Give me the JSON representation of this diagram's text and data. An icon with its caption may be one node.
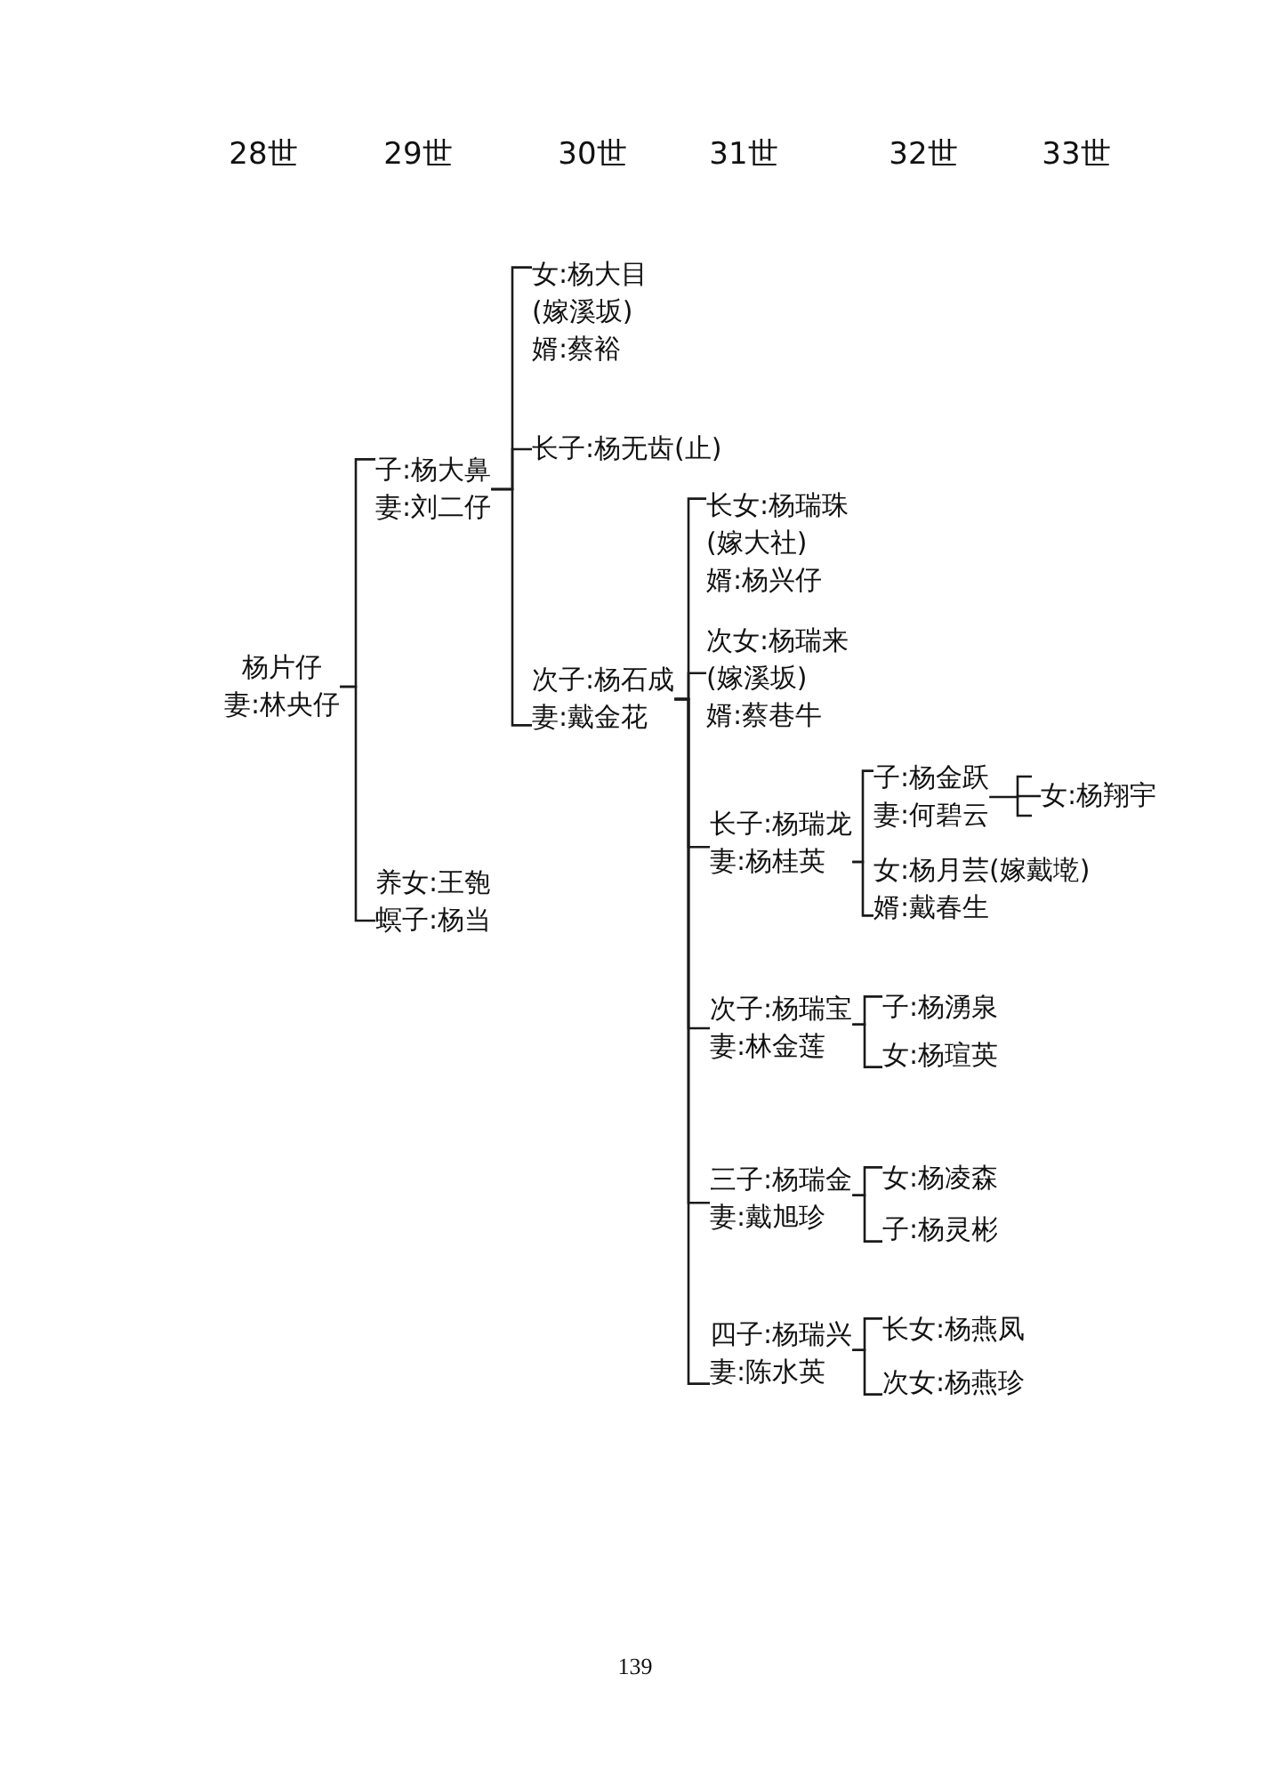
{
  "diagram": {
    "nodes": [
      {
        "text": [
          "杨片仔",
          "妻:林央仔"
        ]
      },
      {
        "text": [
          "子:杨大鼻",
          "妻:刘二仔"
        ]
      },
      {
        "text": [
          "养女:王匏",
          "螟子:杨当"
        ]
      },
      {
        "text": [
          "女:杨大目",
          "(嫁溪坂)",
          "婿:蔡裕"
        ]
      },
      {
        "text": [
          "长子:杨无齿(止)"
        ]
      },
      {
        "text": [
          "次子:杨石成",
          "妻:戴金花"
        ]
      },
      {
        "text": [
          "长女:杨瑞珠",
          "(嫁大社)",
          "婿:杨兴仔"
        ]
      },
      {
        "text": [
          "次女:杨瑞来",
          "(嫁溪坂)",
          "婿:蔡巷牛"
        ]
      },
      {
        "text": [
          "长子:杨瑞龙",
          "妻:杨桂英"
        ]
      },
      {
        "text": [
          "次子:杨瑞宝",
          "妻:林金莲"
        ]
      },
      {
        "text": [
          "三子:杨瑞金",
          "妻:戴旭珍"
        ]
      },
      {
        "text": [
          "四子:杨瑞兴",
          "妻:陈水英"
        ]
      },
      {
        "text": [
          "子:杨金跃",
          "妻:何碧云"
        ]
      },
      {
        "text": [
          "女:杨月芸(嫁戴墘)",
          "婿:戴春生"
        ]
      },
      {
        "text": [
          "女:杨翔宇"
        ]
      },
      {
        "text": [
          "子:杨湧泉"
        ]
      },
      {
        "text": [
          "女:杨瑄英"
        ]
      },
      {
        "text": [
          "女:杨凌森"
        ]
      },
      {
        "text": [
          "子:杨灵彬"
        ]
      },
      {
        "text": [
          "长女:杨燕凤"
        ]
      },
      {
        "text": [
          "次女:杨燕珍"
        ]
      }
    ],
    "edges": [
      {
        "from": 0,
        "to": 1,
        "arrow": "none"
      },
      {
        "from": 0,
        "to": 2,
        "arrow": "none"
      },
      {
        "from": 1,
        "to": 3,
        "arrow": "none"
      },
      {
        "from": 1,
        "to": 4,
        "arrow": "none"
      },
      {
        "from": 1,
        "to": 5,
        "arrow": "none"
      },
      {
        "from": 5,
        "to": 6,
        "arrow": "none"
      },
      {
        "from": 5,
        "to": 7,
        "arrow": "none"
      },
      {
        "from": 5,
        "to": 8,
        "arrow": "none"
      },
      {
        "from": 5,
        "to": 9,
        "arrow": "none"
      },
      {
        "from": 5,
        "to": 10,
        "arrow": "none"
      },
      {
        "from": 5,
        "to": 11,
        "arrow": "none"
      },
      {
        "from": 8,
        "to": 12,
        "arrow": "none"
      },
      {
        "from": 8,
        "to": 13,
        "arrow": "none"
      },
      {
        "from": 12,
        "to": 14,
        "arrow": "none"
      },
      {
        "from": 9,
        "to": 15,
        "arrow": "none"
      },
      {
        "from": 9,
        "to": 16,
        "arrow": "none"
      },
      {
        "from": 10,
        "to": 17,
        "arrow": "none"
      },
      {
        "from": 10,
        "to": 18,
        "arrow": "none"
      },
      {
        "from": 11,
        "to": 19,
        "arrow": "none"
      },
      {
        "from": 11,
        "to": 20,
        "arrow": "none"
      }
    ],
    "labels": [
      "28世",
      "29世",
      "30世",
      "31世",
      "32世",
      "33世",
      "139"
    ]
  }
}
